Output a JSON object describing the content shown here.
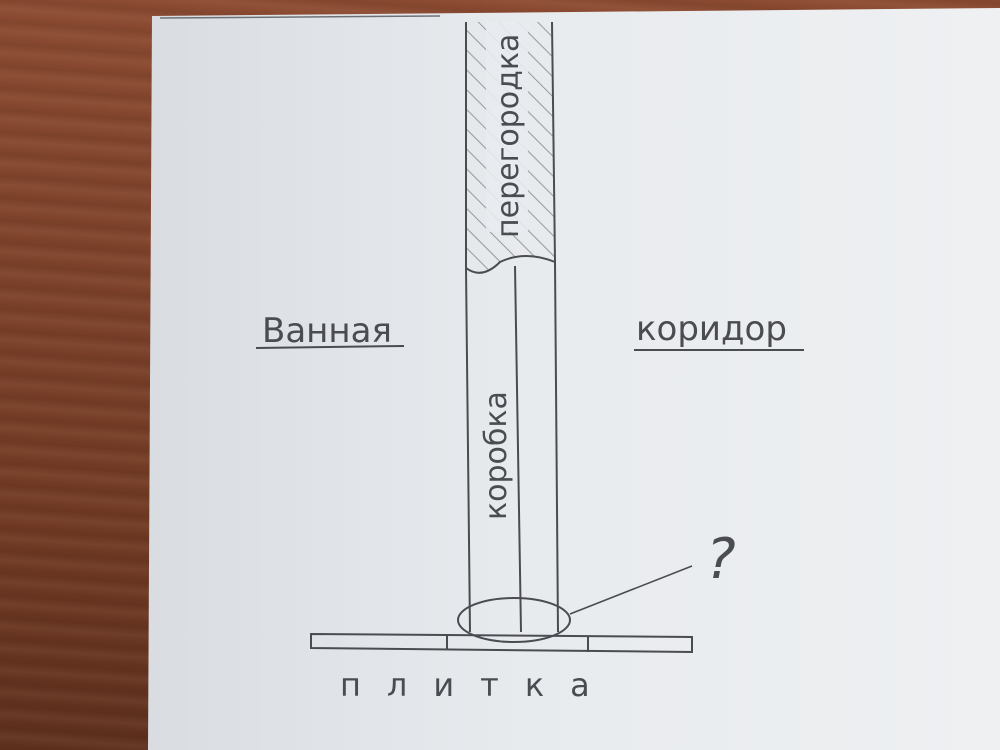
{
  "labels": {
    "partition": "перегородка",
    "bathroom": "Ванная",
    "corridor": "коридор",
    "frame": "коробка",
    "tile": "плитка",
    "question": "?"
  },
  "colors": {
    "paper": "#e9ecef",
    "ink": "#4a4c52",
    "hatch": "#8e8f96",
    "wood": "#7b4029"
  }
}
